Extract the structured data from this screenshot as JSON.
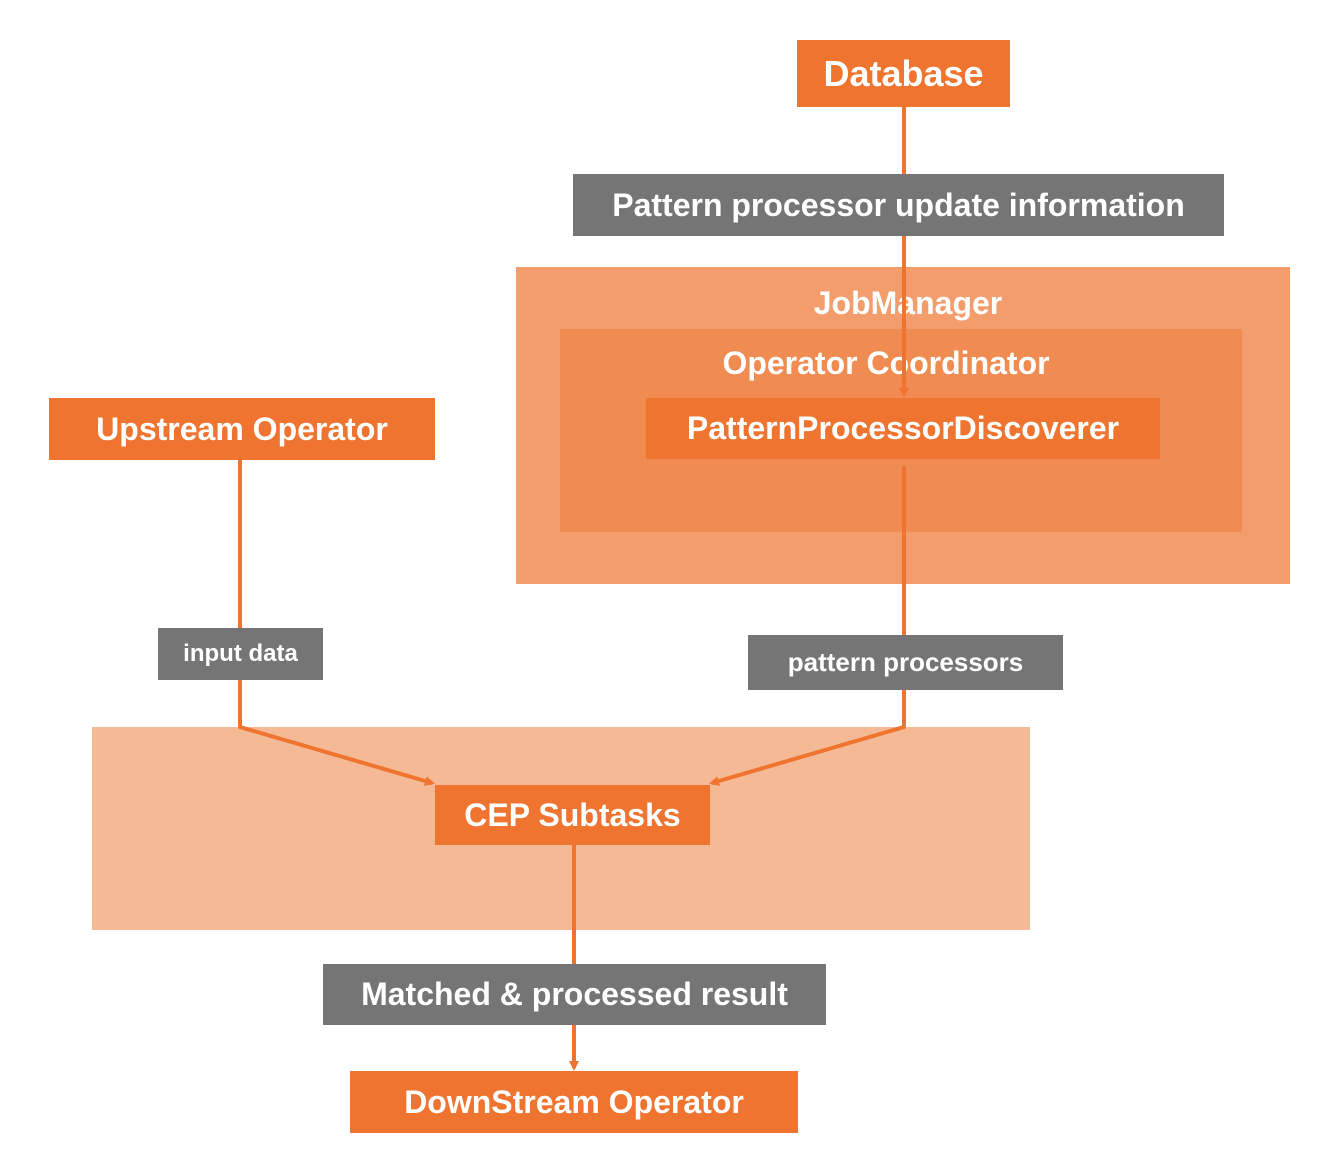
{
  "colors": {
    "node_fill": "#EE7430",
    "label_fill": "#757575",
    "jobmanager_fill": "#F29D6B",
    "coordinator_fill": "#F08C52",
    "cep_region_fill": "#F5B995",
    "edge": "#EE7430"
  },
  "nodes": {
    "database": "Database",
    "upstream_operator": "Upstream Operator",
    "pattern_processor_discoverer": "PatternProcessorDiscoverer",
    "cep_subtasks": "CEP Subtasks",
    "downstream_operator": "DownStream Operator"
  },
  "groups": {
    "jobmanager": "JobManager",
    "operator_coordinator": "Operator Coordinator"
  },
  "edge_labels": {
    "pattern_update": "Pattern processor update information",
    "input_data": "input data",
    "pattern_processors": "pattern processors",
    "matched_result": "Matched & processed result"
  }
}
